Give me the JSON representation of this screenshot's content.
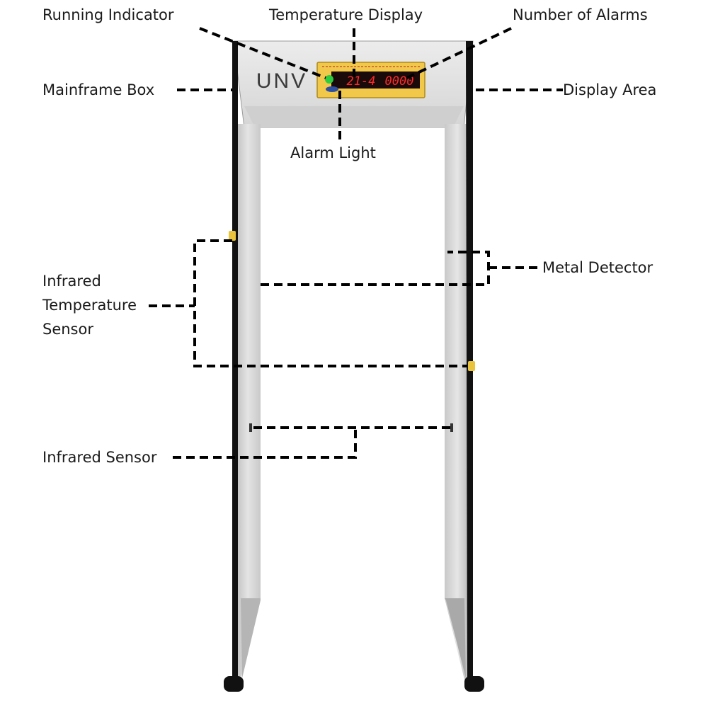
{
  "brand": "UNV",
  "display": {
    "temperature": "21-4",
    "alarms": "0000",
    "led_color": "#ff2a2a",
    "panel_color": "#f5c542"
  },
  "labels": {
    "running_indicator": "Running Indicator",
    "temperature_display": "Temperature Display",
    "number_of_alarms": "Number of Alarms",
    "mainframe_box": "Mainframe Box",
    "display_area": "Display Area",
    "alarm_light": "Alarm Light",
    "metal_detector": "Metal Detector",
    "infrared_temperature_sensor": [
      "Infrared",
      "Temperature",
      "Sensor"
    ],
    "infrared_sensor": "Infrared Sensor"
  },
  "colors": {
    "frame": "#d9d9d9",
    "edge": "#111111",
    "running_led": "#2ecc40"
  }
}
